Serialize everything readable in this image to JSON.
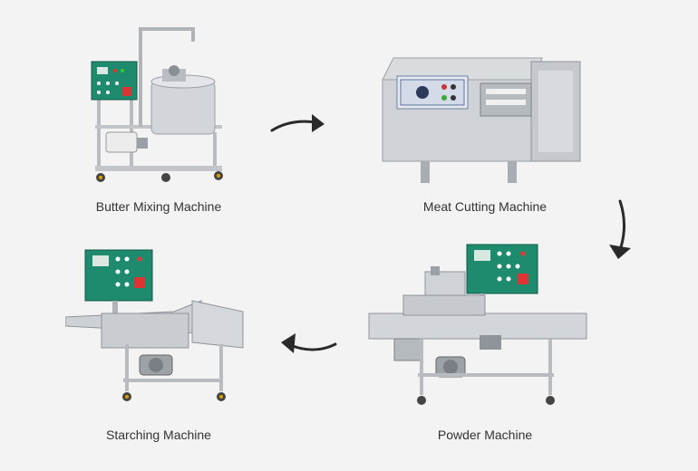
{
  "steps": [
    {
      "label": "Butter Mixing Machine"
    },
    {
      "label": "Meat Cutting Machine"
    },
    {
      "label": "Powder Machine"
    },
    {
      "label": "Starching Machine"
    }
  ],
  "arrows": [
    {
      "name": "right-arrow-icon",
      "from": "Butter Mixing Machine",
      "to": "Meat Cutting Machine"
    },
    {
      "name": "down-arrow-icon",
      "from": "Meat Cutting Machine",
      "to": "Powder Machine"
    },
    {
      "name": "left-arrow-icon",
      "from": "Powder Machine",
      "to": "Starching Machine"
    }
  ],
  "colors": {
    "background": "#f3f3f3",
    "steel": "#c9ccd0",
    "panel_green": "#1e8a6e",
    "arrow": "#2a2a2a",
    "text": "#333333"
  }
}
